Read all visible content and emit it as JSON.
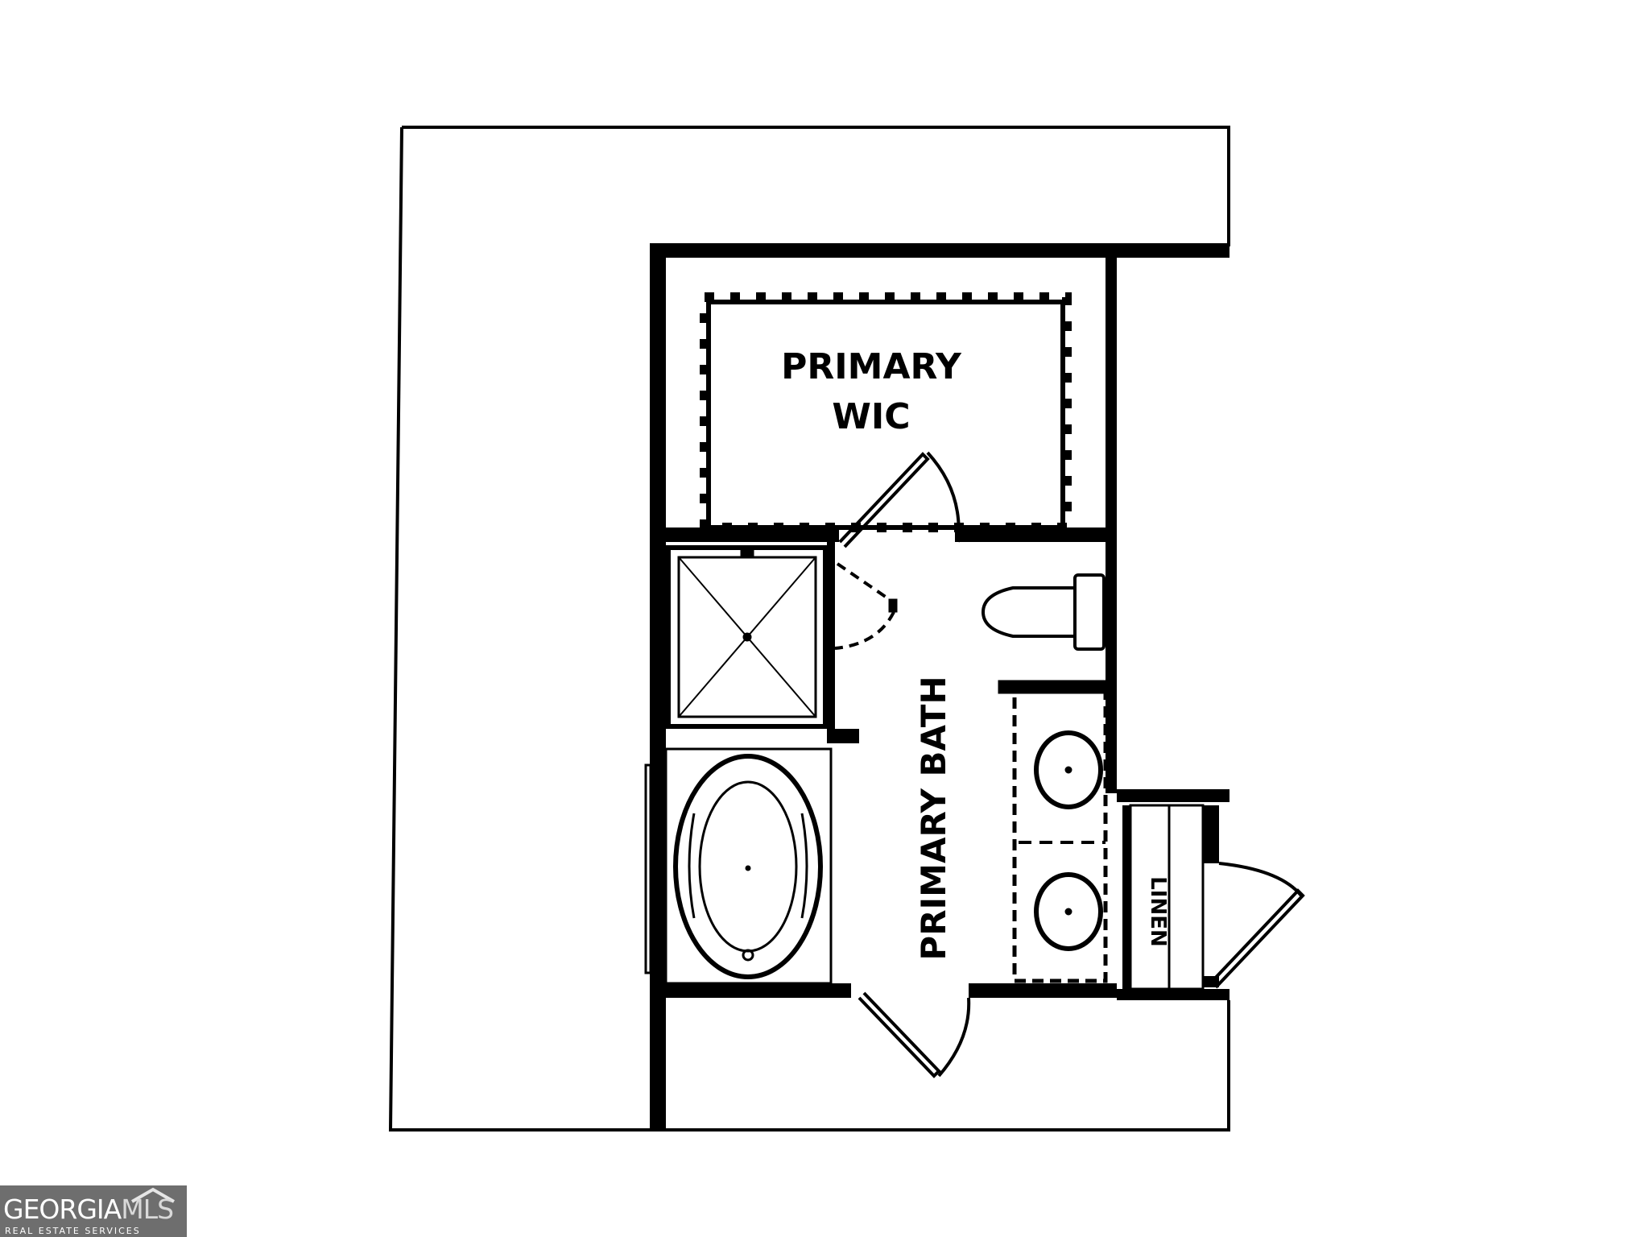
{
  "plan": {
    "rooms": [
      {
        "id": "wic",
        "lines": [
          "PRIMARY",
          "WIC"
        ]
      },
      {
        "id": "bath",
        "lines": [
          "PRIMARY BATH"
        ]
      },
      {
        "id": "linen",
        "lines": [
          "LINEN"
        ]
      }
    ]
  },
  "logo": {
    "brand_bold": "GEORGIA",
    "brand_light": "MLS",
    "tagline": "REAL ESTATE SERVICES"
  }
}
